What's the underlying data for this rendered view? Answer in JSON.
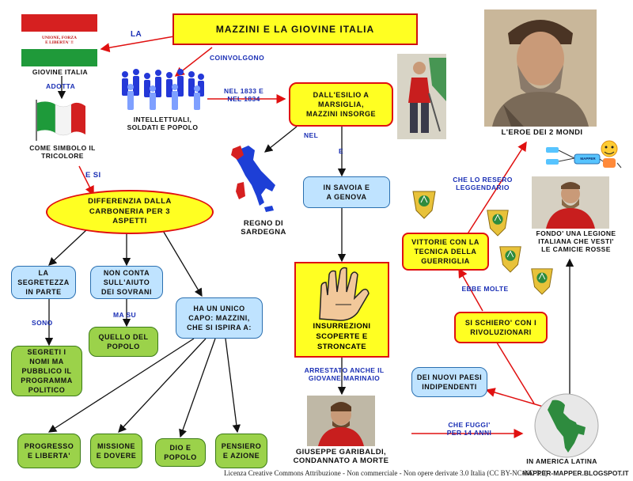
{
  "title": "MAZZINI   E  LA   GIOVINE   ITALIA",
  "flag": {
    "banner": "UNIONE, FORZA\nE LIBERTA' !!",
    "caption": "GIOVINE   ITALIA"
  },
  "nodes": {
    "people": "INTELLETTUALI,\nSOLDATI  E  POPOLO",
    "tricolore": "COME  SIMBOLO  IL\nTRICOLORE",
    "marsiglia": "DALL'ESILIO   A\nMARSIGLIA,\nMAZZINI    INSORGE",
    "savoia": "IN   SAVOIA   E\nA   GENOVA",
    "sardegna": "REGNO  DI\nSARDEGNA",
    "differenza": "DIFFERENZIA     DALLA\nCARBONERIA     PER  3\nASPETTI",
    "segretezza": "LA\nSEGRETEZZA\nIN    PARTE",
    "sovrani": "NON     CONTA\nSULL'AIUTO\nDEI   SOVRANI",
    "capo": "HA   UN   UNICO\nCAPO:   MAZZINI,\nCHE  SI  ISPIRA  A:",
    "segreti": "SEGRETI  I\nNOMI  MA\nPUBBLICO   IL\nPROGRAMMA\nPOLITICO",
    "popolo": "QUELLO   DEL\nPOPOLO",
    "progresso": "PROGRESSO\nE    LIBERTA'",
    "missione": "MISSIONE\nE   DOVERE",
    "dio": "DIO   E\nPOPOLO",
    "pensiero": "PENSIERO\nE    AZIONE",
    "insurrezioni": "INSURREZIONI\nSCOPERTE     E\nSTRONCATE",
    "garibaldi": "GIUSEPPE     GARIBALDI,\nCONDANNATO    A  MORTE",
    "eroe": "L'EROE    DEI  2   MONDI",
    "legione": "FONDO'  UNA   LEGIONE\nITALIANA   CHE   VESTI'\nLE    CAMICIE    ROSSE",
    "vittorie": "VITTORIE     CON  LA\nTECNICA      DELLA\nGUERRIGLIA",
    "schiero": "SI   SCHIERO'   CON  I\nRIVOLUZIONARI",
    "paesi": "DEI   NUOVI   PAESI\nINDIPENDENTI",
    "america": "IN   AMERICA    LATINA"
  },
  "links": {
    "la": "LA",
    "coinvolgono": "COINVOLGONO",
    "adotta": "ADOTTA",
    "nel1833": "NEL   1833   E\nNEL   1834",
    "nel": "NEL",
    "e": "E",
    "esi": "E  SI",
    "sono": "SONO",
    "masu": "MA   SU",
    "arrestato": "ARRESTATO      ANCHE   IL\nGIOVANE         MARINAIO",
    "fuggi": "CHE   FUGGI'\nPER   14   ANNI",
    "ebbe": "EBBE       MOLTE",
    "resero": "CHE   LO    RESERO\nLEGGENDARIO"
  },
  "mapper_badge": "MAPPER",
  "footer": {
    "license": "Licenza Creative Commons Attribuzione - Non commerciale - Non opere derivate 3.0 Italia (CC BY-NC-ND 3.0)",
    "site": "MAPPER-MAPPER.BLOGSPOT.IT"
  },
  "colors": {
    "yellow": "#ffff22",
    "border": "#e01010",
    "blue_box": "#bfe3ff",
    "green_box": "#9bd24a",
    "link_text": "#1a2fb5"
  }
}
